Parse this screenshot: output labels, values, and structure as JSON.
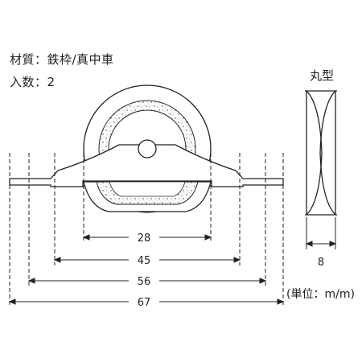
{
  "specs": {
    "material": "材質：鉄枠/真中車",
    "quantity": "入数：2"
  },
  "profile": {
    "title": "丸型",
    "width_label": "8"
  },
  "dimensions": {
    "d28": "28",
    "d45": "45",
    "d56": "56",
    "d67": "67"
  },
  "unit_note": "(単位：m/m)"
}
